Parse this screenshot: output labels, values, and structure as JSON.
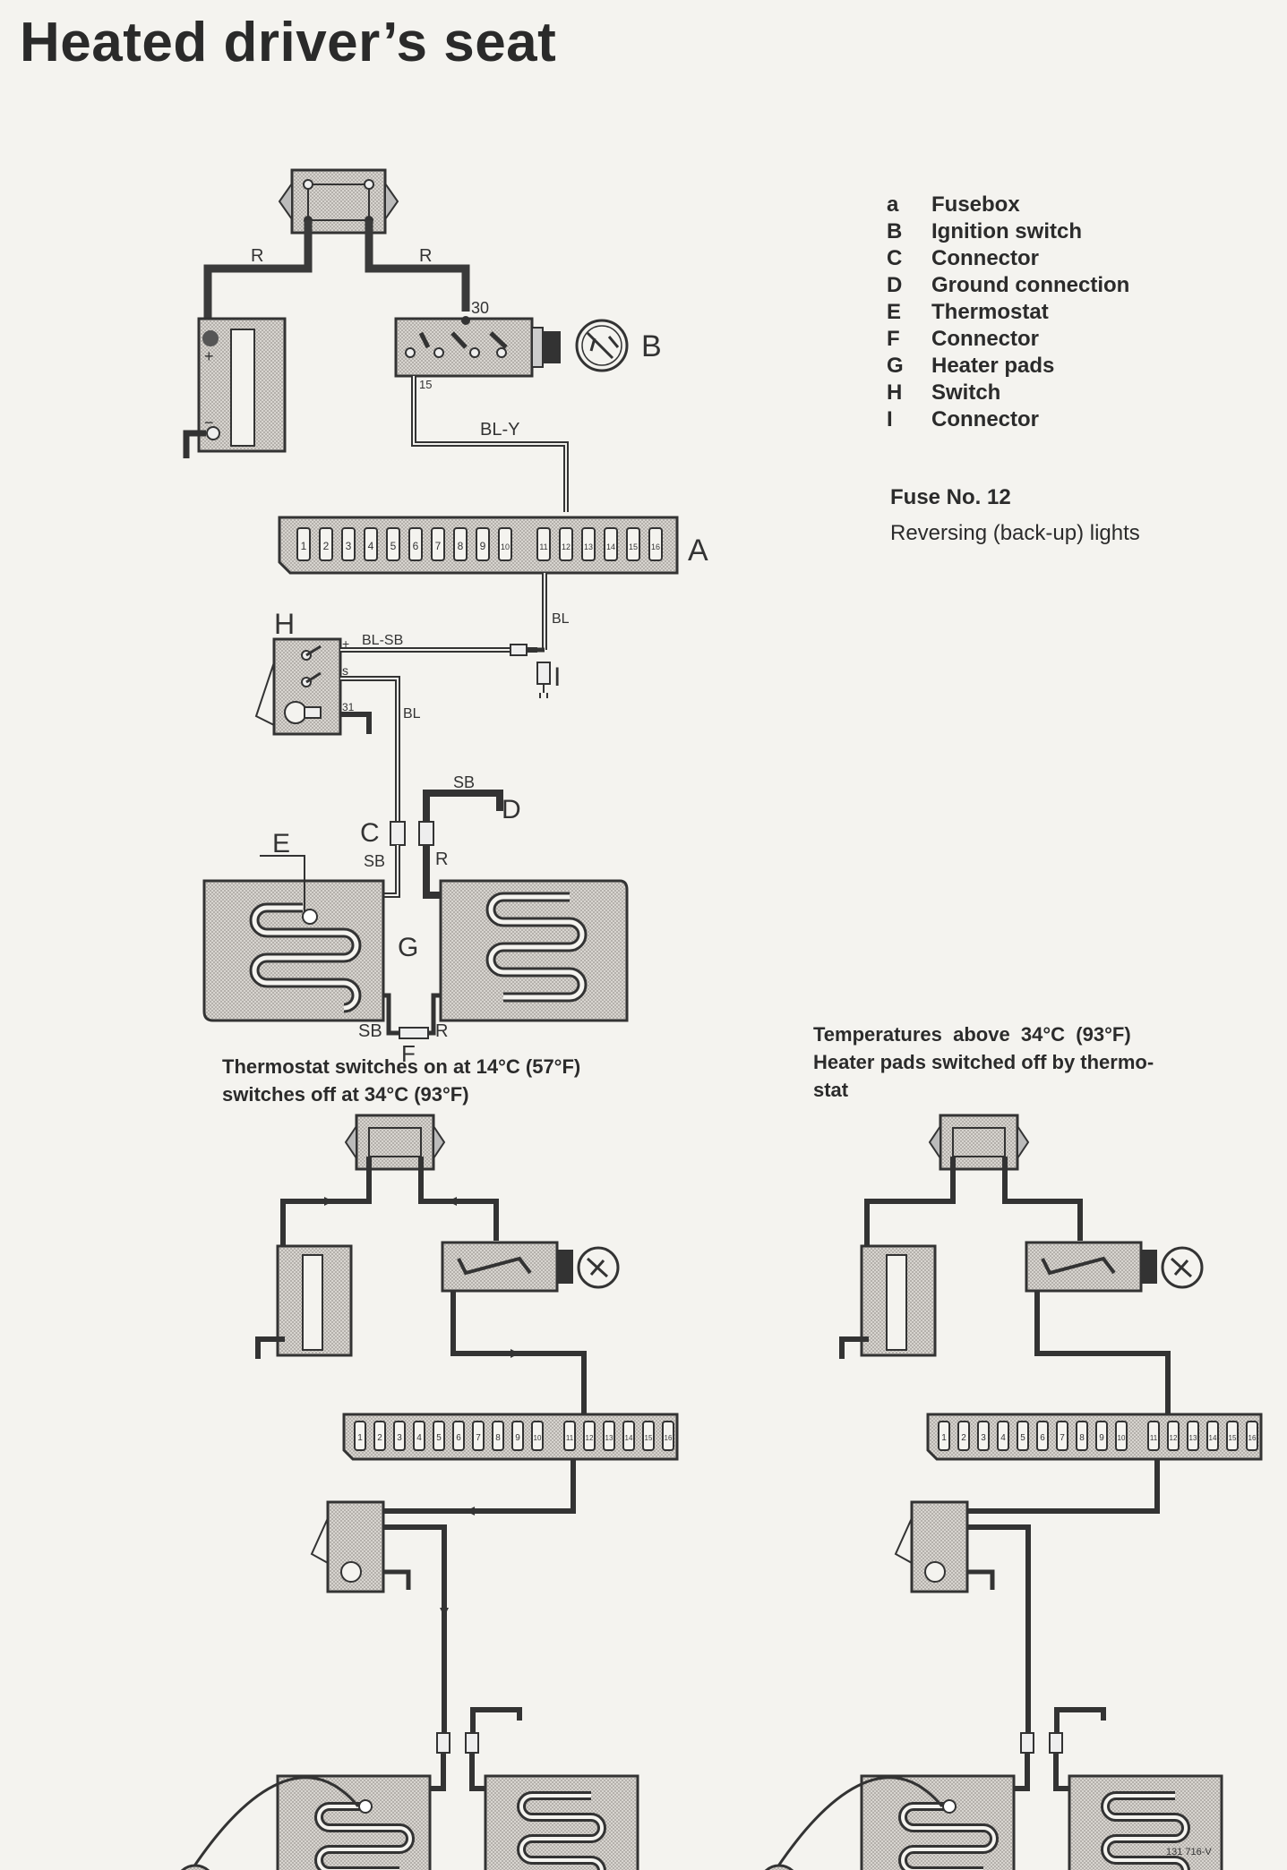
{
  "title": "Heated driver’s seat",
  "legend": [
    {
      "key": "a",
      "label": "Fusebox"
    },
    {
      "key": "B",
      "label": "Ignition switch"
    },
    {
      "key": "C",
      "label": "Connector"
    },
    {
      "key": "D",
      "label": "Ground connection"
    },
    {
      "key": "E",
      "label": "Thermostat"
    },
    {
      "key": "F",
      "label": "Connector"
    },
    {
      "key": "G",
      "label": "Heater pads"
    },
    {
      "key": "H",
      "label": "Switch"
    },
    {
      "key": "I",
      "label": "Connector"
    }
  ],
  "fuse": {
    "number": "Fuse No. 12",
    "description": "Reversing (back-up) lights"
  },
  "captions": {
    "left_line1": "Thermostat switches on at 14°C (57°F)",
    "left_line2": "switches off at 34°C (93°F)",
    "right_line1": "Temperatures  above  34°C  (93°F)",
    "right_line2": "Heater pads switched off by thermo-",
    "right_line3": "stat"
  },
  "diagram_labels": {
    "wire_r": "R",
    "terminal_30": "30",
    "terminal_15": "15",
    "wire_bl_y": "BL-Y",
    "wire_bl": "BL",
    "wire_bl_sb": "BL-SB",
    "wire_sb": "SB",
    "ref_a": "A",
    "ref_b": "B",
    "ref_c": "C",
    "ref_d": "D",
    "ref_e": "E",
    "ref_f": "F",
    "ref_g": "G",
    "ref_h": "H",
    "ref_i": "I",
    "plus": "+",
    "minus": "−",
    "terminal_s": "s",
    "terminal_31": "31"
  },
  "fuse_numbers": [
    "1",
    "2",
    "3",
    "4",
    "5",
    "6",
    "7",
    "8",
    "9",
    "10",
    "11",
    "12",
    "13",
    "14",
    "15",
    "16"
  ],
  "figure_code": "131 716-V"
}
